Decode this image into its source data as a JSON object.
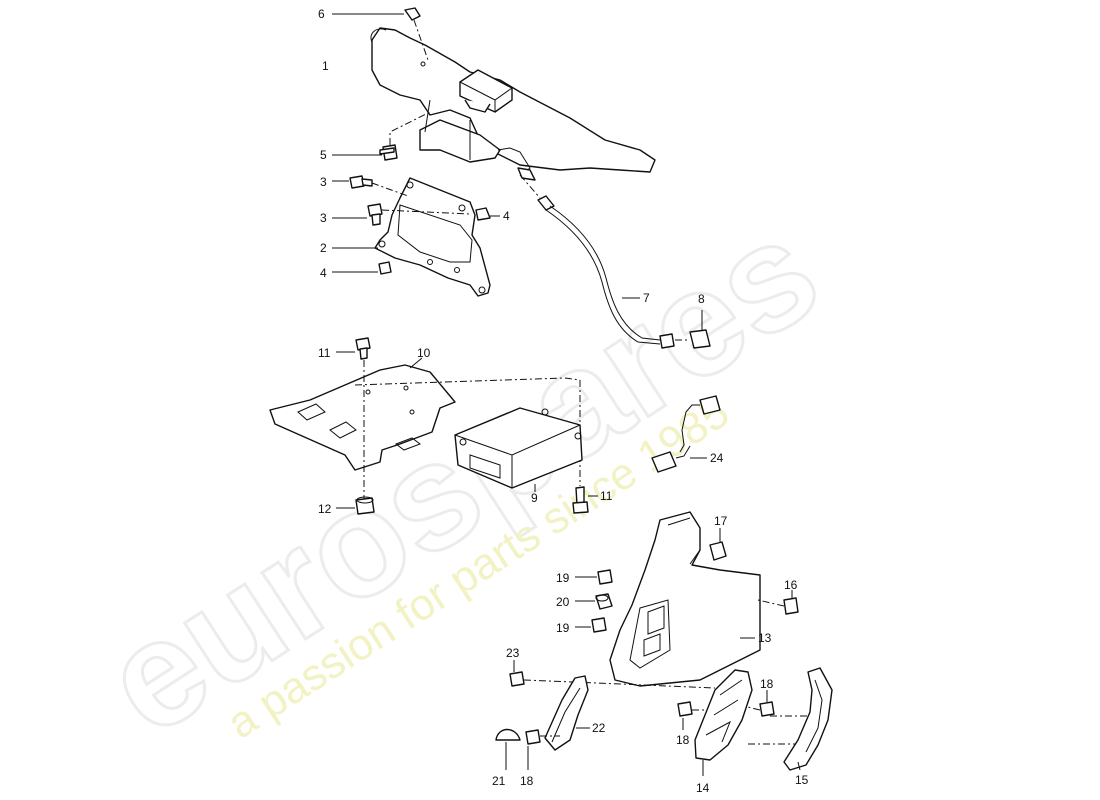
{
  "watermark": {
    "brand": "eurospares",
    "tagline": "a passion for parts since 1985"
  },
  "callouts": {
    "c1": "1",
    "c2": "2",
    "c3a": "3",
    "c3b": "3",
    "c4a": "4",
    "c4b": "4",
    "c5": "5",
    "c6": "6",
    "c7": "7",
    "c8": "8",
    "c9": "9",
    "c10": "10",
    "c11a": "11",
    "c11b": "11",
    "c12": "12",
    "c13": "13",
    "c14": "14",
    "c15": "15",
    "c16": "16",
    "c17": "17",
    "c18a": "18",
    "c18b": "18",
    "c18c": "18",
    "c19a": "19",
    "c19b": "19",
    "c20": "20",
    "c21": "21",
    "c22": "22",
    "c23": "23",
    "c24": "24"
  }
}
